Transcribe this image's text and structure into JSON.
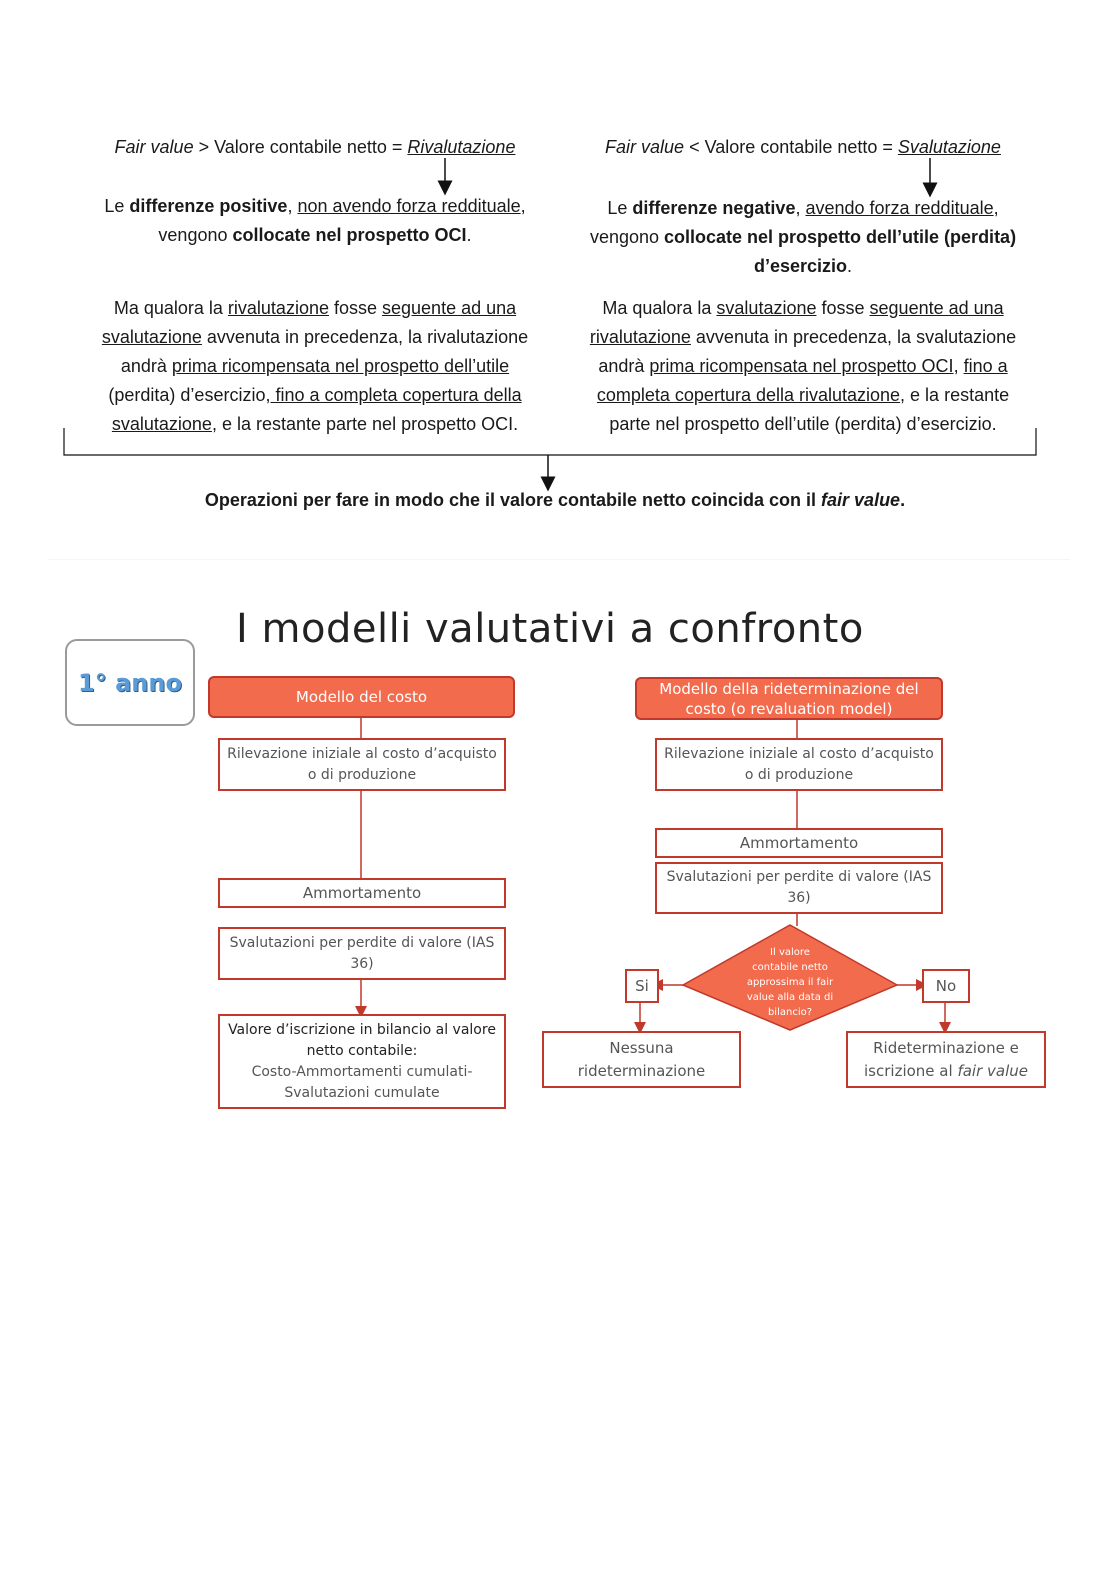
{
  "left": {
    "heading_fv": "Fair value",
    "heading_rest": " > Valore contabile netto = ",
    "heading_result": "Rivalutazione",
    "p1_a": "Le ",
    "p1_b": "differenze positive",
    "p1_c": ", ",
    "p1_d": "non avendo forza reddituale",
    "p1_e": ",",
    "p1_f": "vengono ",
    "p1_g": "collocate nel prospetto OCI",
    "p1_h": ".",
    "p2_a": "Ma qualora la ",
    "p2_b": "rivalutazione",
    "p2_c": " fosse ",
    "p2_d": "seguente ad una",
    "p2_e": "svalutazione",
    "p2_f": " avvenuta in precedenza, la rivalutazione",
    "p2_g": "andrà ",
    "p2_h": "prima ricompensata nel prospetto dell’utile",
    "p2_i": "(perdita) d’esercizio",
    "p2_j": ", fino a completa copertura della",
    "p2_k": "svalutazione",
    "p2_l": ", e la restante parte nel prospetto OCI."
  },
  "right": {
    "heading_fv": "Fair value",
    "heading_rest": " < Valore contabile netto = ",
    "heading_result": "Svalutazione",
    "p1_a": "Le ",
    "p1_b": "differenze negative",
    "p1_c": ", ",
    "p1_d": "avendo forza reddituale",
    "p1_e": ",",
    "p1_f": "vengono ",
    "p1_g": "collocate nel prospetto dell’utile (perdita)",
    "p1_h": "d’esercizio",
    "p1_i": ".",
    "p2_a": "Ma qualora la ",
    "p2_b": "svalutazione",
    "p2_c": " fosse ",
    "p2_d": "seguente ad una",
    "p2_e": "rivalutazione",
    "p2_f": " avvenuta in precedenza, la svalutazione",
    "p2_g": "andrà ",
    "p2_h": "prima ricompensata nel prospetto OCI",
    "p2_i": ", ",
    "p2_j": "fino a",
    "p2_k": "completa copertura della rivalutazione",
    "p2_l": ", e la restante",
    "p2_m": "parte nel prospetto dell’utile (perdita) d’esercizio."
  },
  "conclusion": {
    "text": "Operazioni per fare in modo che il valore contabile netto coincida con il ",
    "fv": "fair value",
    "dot": "."
  },
  "slide": {
    "title": "I modelli valutativi a confronto",
    "badge": "1° anno",
    "cost_model": {
      "header": "Modello del costo",
      "initial": [
        "Rilevazione iniziale al costo d’acquisto",
        "o di produzione"
      ],
      "amortization": "Ammortamento",
      "impairment": [
        "Svalutazioni per perdite di valore (IAS",
        "36)"
      ],
      "final": [
        "Valore d’iscrizione in bilancio al valore",
        "netto contabile:",
        "Costo-Ammortamenti cumulati-",
        "Svalutazioni cumulate"
      ]
    },
    "revaluation_model": {
      "header": [
        "Modello della rideterminazione del",
        "costo (o revaluation model)"
      ],
      "initial": [
        "Rilevazione iniziale al costo d’acquisto",
        "o di produzione"
      ],
      "amortization": "Ammortamento",
      "impairment": [
        "Svalutazioni per perdite di valore (IAS",
        "36)"
      ],
      "question": [
        "Il valore",
        "contabile netto",
        "approssima il fair",
        "value alla data di",
        "bilancio?"
      ],
      "yes": "Si",
      "no": "No",
      "yes_result": [
        "Nessuna",
        "rideterminazione"
      ],
      "no_result_a": "Rideterminazione e",
      "no_result_b": "iscrizione al ",
      "no_result_c": "fair value"
    }
  },
  "colors": {
    "accent": "#f26b4d",
    "border": "#c0392b",
    "badge_text": "#5b9bd5"
  }
}
